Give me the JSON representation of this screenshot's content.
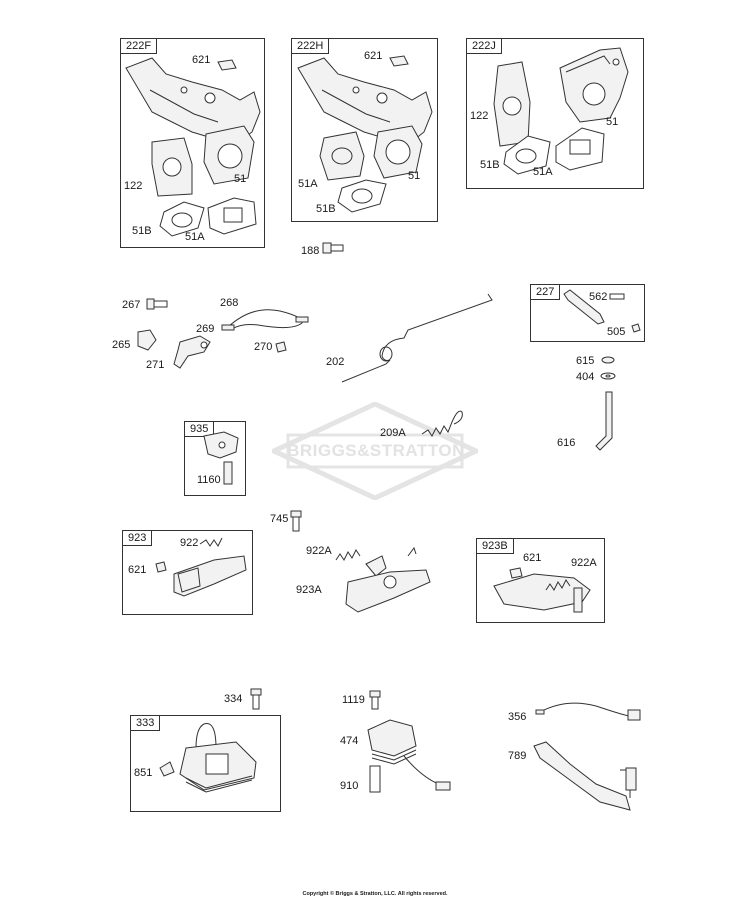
{
  "kits": [
    {
      "id": "kit-222f",
      "tag": "222F"
    },
    {
      "id": "kit-222h",
      "tag": "222H"
    },
    {
      "id": "kit-222j",
      "tag": "222J"
    },
    {
      "id": "kit-227",
      "tag": "227"
    },
    {
      "id": "kit-935",
      "tag": "935"
    },
    {
      "id": "kit-923",
      "tag": "923"
    },
    {
      "id": "kit-923b",
      "tag": "923B"
    },
    {
      "id": "kit-333",
      "tag": "333"
    }
  ],
  "callouts": {
    "k222f_621": "621",
    "k222f_122": "122",
    "k222f_51": "51",
    "k222f_51b": "51B",
    "k222f_51a": "51A",
    "k222h_621": "621",
    "k222h_51a": "51A",
    "k222h_51": "51",
    "k222h_51b": "51B",
    "k222j_122": "122",
    "k222j_51": "51",
    "k222j_51b": "51B",
    "k222j_51a": "51A",
    "p188": "188",
    "p267": "267",
    "p268": "268",
    "p269": "269",
    "p265": "265",
    "p270": "270",
    "p271": "271",
    "p202": "202",
    "k227_562": "562",
    "k227_505": "505",
    "p615": "615",
    "p404": "404",
    "p616": "616",
    "p209a": "209A",
    "k935_1160": "1160",
    "p745": "745",
    "k923_922": "922",
    "k923_621": "621",
    "p922a": "922A",
    "p923a": "923A",
    "k923b_621": "621",
    "k923b_922a": "922A",
    "p334": "334",
    "k333_851": "851",
    "p1119": "1119",
    "p474": "474",
    "p910": "910",
    "p356": "356",
    "p789": "789"
  },
  "watermark": "BRIGGS&STRATTON",
  "copyright": "Copyright © Briggs & Stratton, LLC. All rights reserved."
}
